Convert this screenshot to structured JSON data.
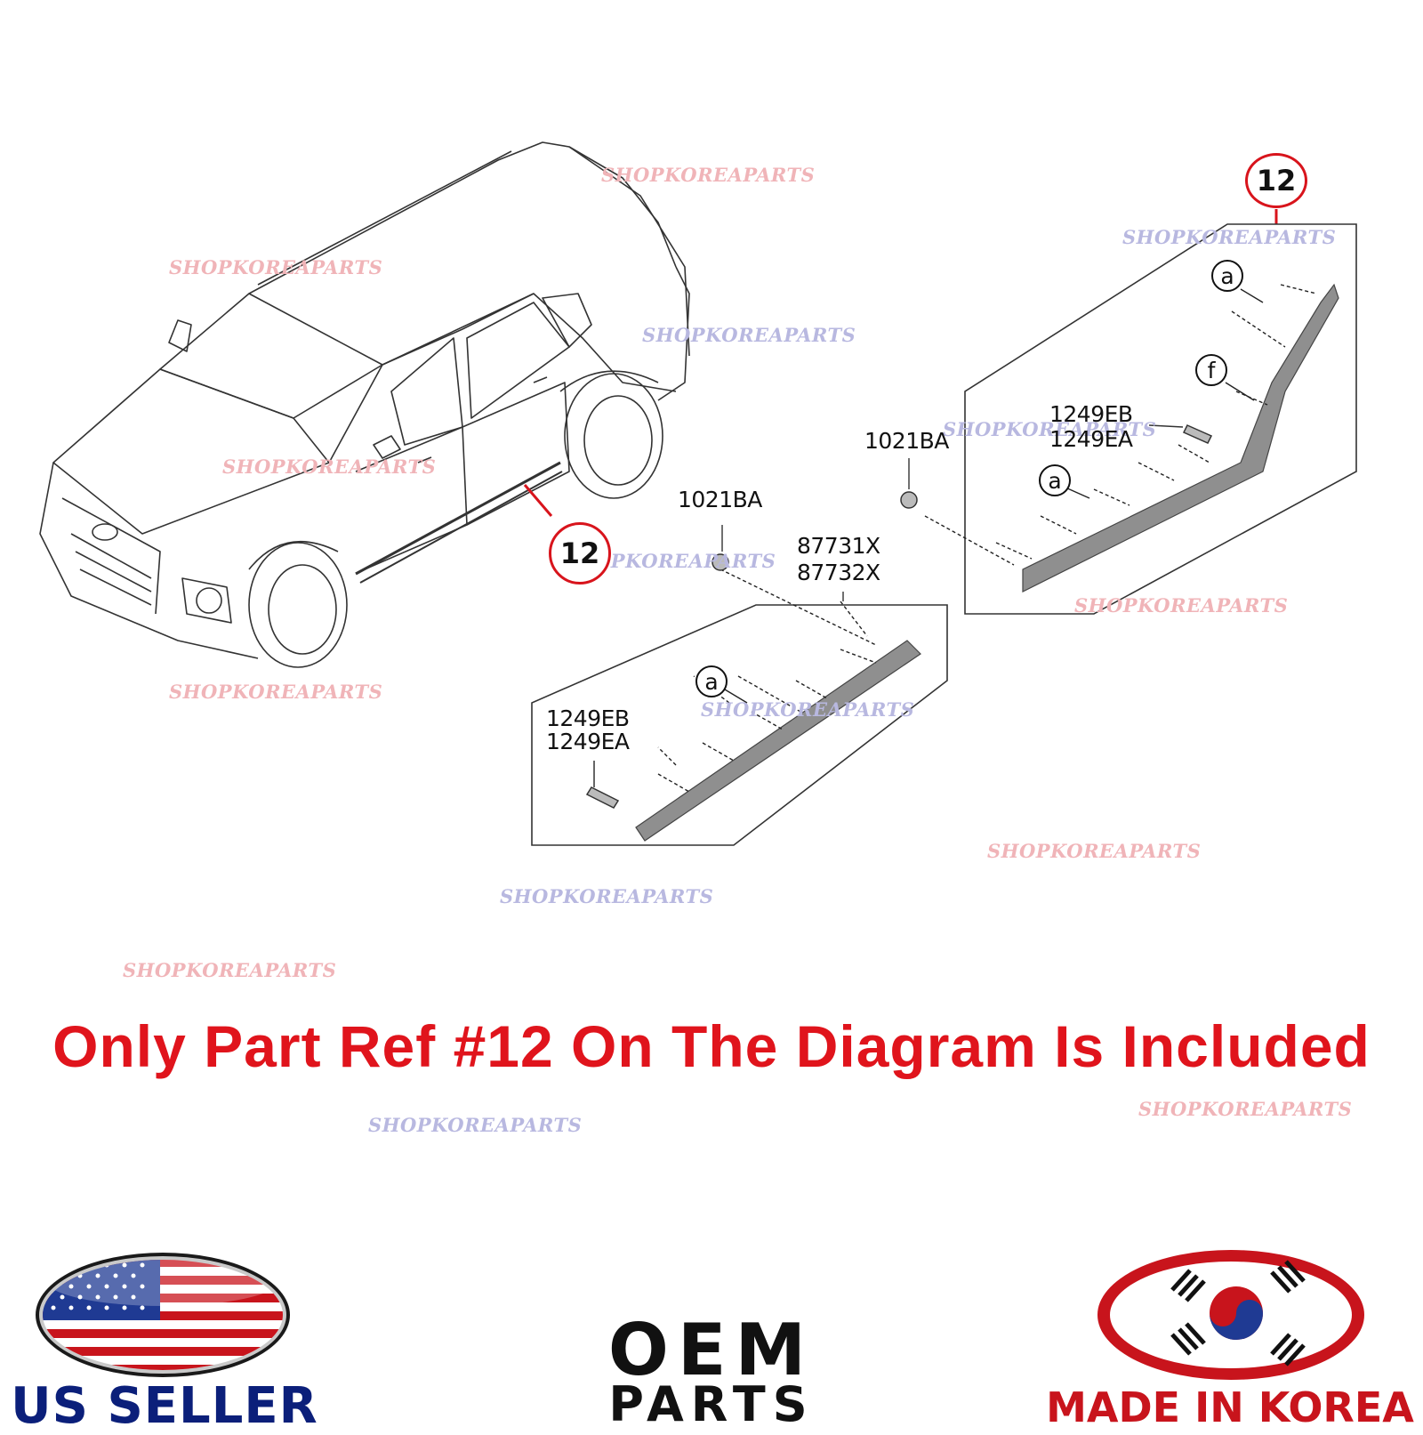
{
  "watermark_text": "SHOPKOREAPARTS",
  "ref_number": "12",
  "labels": {
    "nut_left": "1021BA",
    "nut_right": "1021BA",
    "part_front_1": "87731X",
    "part_front_2": "87732X",
    "clip_left_1": "1249EB",
    "clip_left_2": "1249EA",
    "clip_right_1": "1249EB",
    "clip_right_2": "1249EA",
    "callout_a": "a",
    "callout_f": "f"
  },
  "notice": "Only Part Ref #12 On The Diagram Is Included",
  "badges": {
    "us_seller": "US SELLER",
    "oem": "OEM",
    "parts": "PARTS",
    "made_in_korea": "MADE IN KOREA"
  },
  "colors": {
    "notice": "#e0141c",
    "ref_circle": "#d8141c",
    "us_blue": "#0b1f7a",
    "korea_red": "#c8141c",
    "watermark_pink": "#f0b4b8",
    "watermark_blue": "#b8b8e0"
  }
}
